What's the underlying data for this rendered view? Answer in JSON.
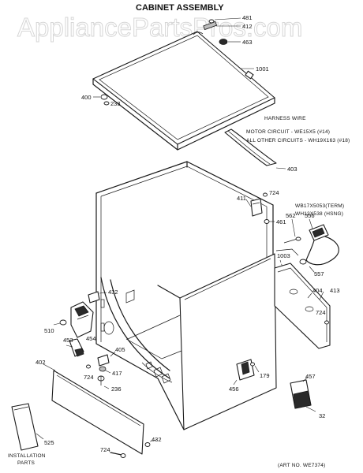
{
  "title": "CABINET ASSEMBLY",
  "watermark": "AppliancePartsPros.com",
  "art_number": "(ART NO. WE7374)",
  "harness": {
    "heading": "HARNESS WIRE",
    "line1": "MOTOR CIRCUIT - WE15X5 (#14)",
    "line2": "ALL OTHER CIRCUITS - WH19X163 (#18)"
  },
  "terminal_parts": {
    "term": "WB17X5053(TERM)",
    "hsng": "WH12X538 (HSNG)"
  },
  "installation_parts": {
    "line1": "INSTALLATION",
    "line2": "PARTS"
  },
  "part_labels": {
    "p481": "481",
    "p412_top": "412",
    "p463": "463",
    "p1001": "1001",
    "p400": "400",
    "p233": "233",
    "p403": "403",
    "p411": "411",
    "p724_a": "724",
    "p461": "461",
    "p562": "562",
    "p556": "556",
    "p1003": "1003",
    "p557": "557",
    "p404": "404",
    "p413": "413",
    "p724_b": "724",
    "p432_a": "432",
    "p510": "510",
    "p454": "454",
    "p453": "453",
    "p405": "405",
    "p417": "417",
    "p724_c": "724",
    "p236": "236",
    "p402": "402",
    "p456": "456",
    "p179": "179",
    "p457": "457",
    "p32": "32",
    "p525": "525",
    "p432_b": "432",
    "p724_d": "724"
  }
}
